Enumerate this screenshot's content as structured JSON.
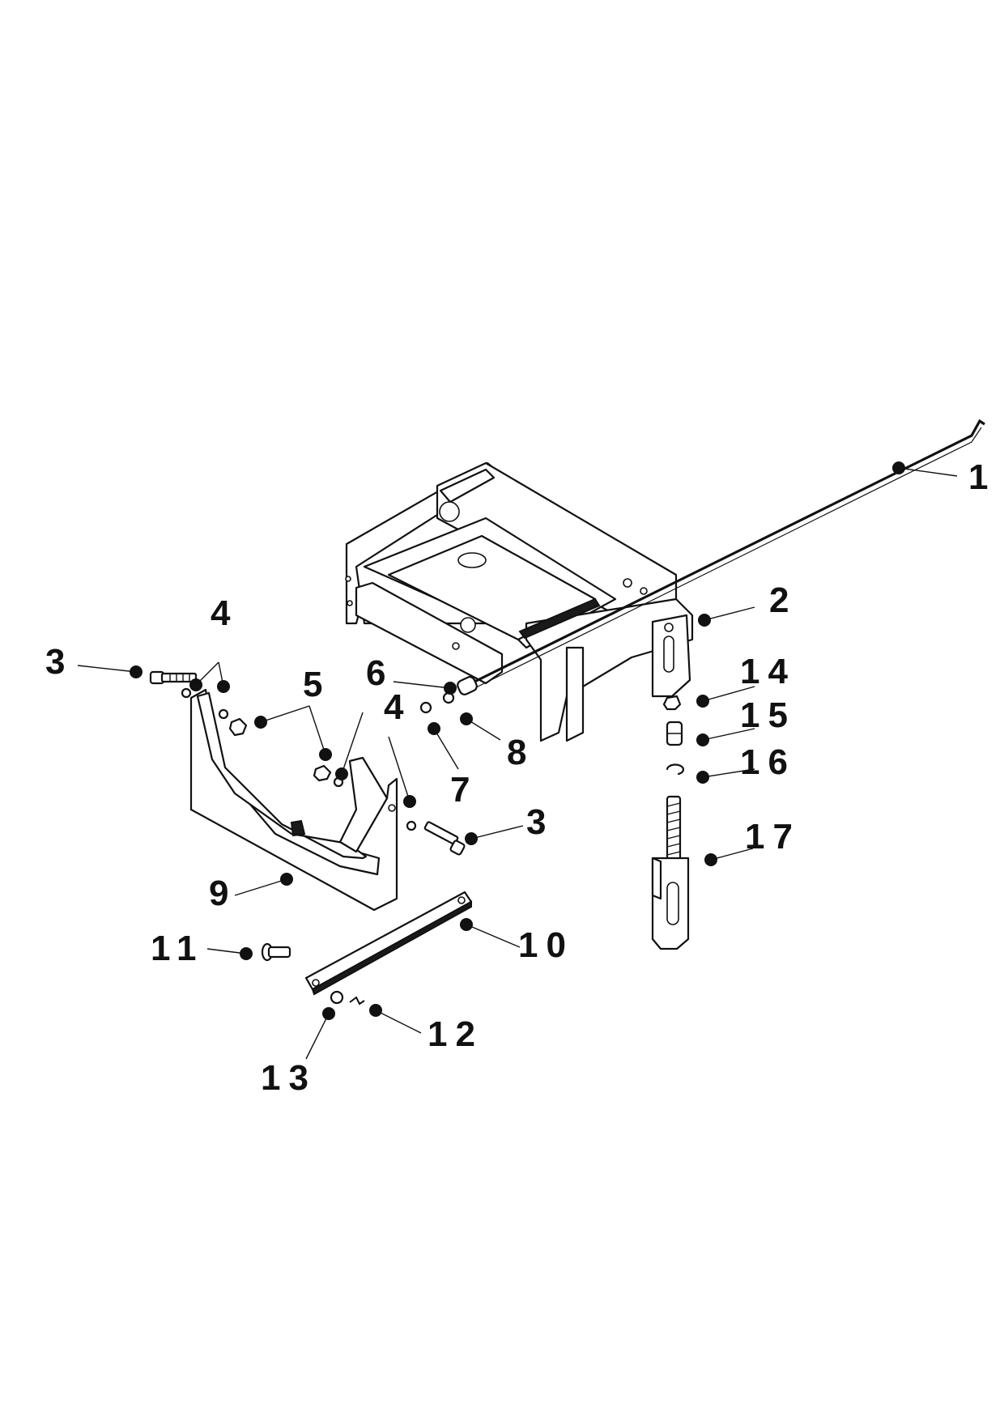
{
  "diagram": {
    "callouts": [
      {
        "id": "c1",
        "label": "1"
      },
      {
        "id": "c2",
        "label": "2"
      },
      {
        "id": "c3a",
        "label": "3"
      },
      {
        "id": "c3b",
        "label": "3"
      },
      {
        "id": "c4a",
        "label": "4"
      },
      {
        "id": "c4b",
        "label": "4"
      },
      {
        "id": "c5",
        "label": "5"
      },
      {
        "id": "c6",
        "label": "6"
      },
      {
        "id": "c7",
        "label": "7"
      },
      {
        "id": "c8",
        "label": "8"
      },
      {
        "id": "c9",
        "label": "9"
      },
      {
        "id": "c10",
        "label": "10"
      },
      {
        "id": "c11",
        "label": "11"
      },
      {
        "id": "c12",
        "label": "12"
      },
      {
        "id": "c13",
        "label": "13"
      },
      {
        "id": "c14",
        "label": "14"
      },
      {
        "id": "c15",
        "label": "15"
      },
      {
        "id": "c16",
        "label": "16"
      },
      {
        "id": "c17",
        "label": "17"
      }
    ]
  }
}
